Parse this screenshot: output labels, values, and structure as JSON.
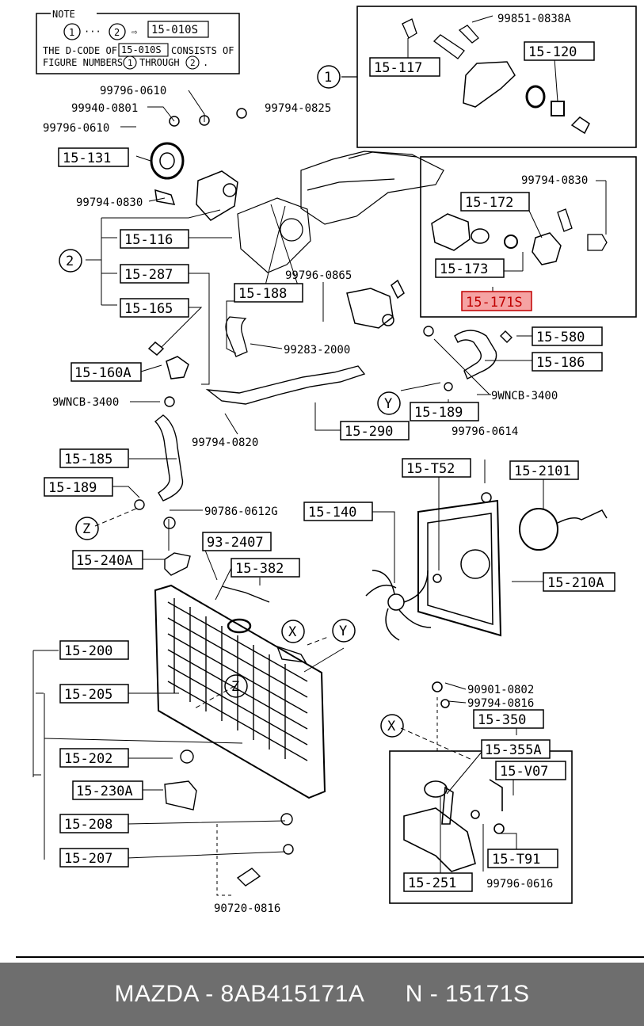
{
  "note": {
    "title": "NOTE",
    "circle_a": "1",
    "dots": "···",
    "circle_b": "2",
    "arrow": "⇨",
    "code": "15-010S",
    "line2_pre": "THE D-CODE OF",
    "line2_code": "15-010S",
    "line2_post": "CONSISTS OF",
    "line3_pre": "FIGURE NUMBERS",
    "line3_a": "1",
    "line3_mid": "THROUGH",
    "line3_b": "2",
    "line3_end": "."
  },
  "group_markers": {
    "one": "1",
    "two": "2"
  },
  "callouts": {
    "x": "X",
    "y": "Y",
    "z": "Z"
  },
  "boxed_parts": {
    "p15_117": "15-117",
    "p15_120": "15-120",
    "p15_131": "15-131",
    "p15_172": "15-172",
    "p15_173": "15-173",
    "p15_171s": "15-171S",
    "p15_116": "15-116",
    "p15_287": "15-287",
    "p15_165": "15-165",
    "p15_188": "15-188",
    "p15_160a": "15-160A",
    "p15_580": "15-580",
    "p15_186": "15-186",
    "p15_189a": "15-189",
    "p15_290": "15-290",
    "p15_185": "15-185",
    "p15_189b": "15-189",
    "p15_t52": "15-T52",
    "p15_2101": "15-2101",
    "p15_140": "15-140",
    "p15_240a": "15-240A",
    "p93_2407": "93-2407",
    "p15_382": "15-382",
    "p15_210a": "15-210A",
    "p15_200": "15-200",
    "p15_205": "15-205",
    "p15_350": "15-350",
    "p15_355a": "15-355A",
    "p15_202": "15-202",
    "p15_v07": "15-V07",
    "p15_230a": "15-230A",
    "p15_208": "15-208",
    "p15_207": "15-207",
    "p15_t91": "15-T91",
    "p15_251": "15-251"
  },
  "part_numbers": {
    "n99851": "99851-0838A",
    "n99796_0610a": "99796-0610",
    "n99940": "99940-0801",
    "n99794_0825": "99794-0825",
    "n99796_0610b": "99796-0610",
    "n99794_0830a": "99794-0830",
    "n99794_0830b": "99794-0830",
    "n99796_0865": "99796-0865",
    "n99283": "99283-2000",
    "n9wncb_a": "9WNCB-3400",
    "n9wncb_b": "9WNCB-3400",
    "n99794_0820": "99794-0820",
    "n99796_0614": "99796-0614",
    "n90786": "90786-0612G",
    "n90901": "90901-0802",
    "n99794_0816": "99794-0816",
    "n99796_0616": "99796-0616",
    "n90720": "90720-0816"
  },
  "highlight_color": "#f5a3a3",
  "footer": {
    "brand": "MAZDA",
    "part": "8AB415171A",
    "sep": "-",
    "code": "N - 15171S"
  }
}
